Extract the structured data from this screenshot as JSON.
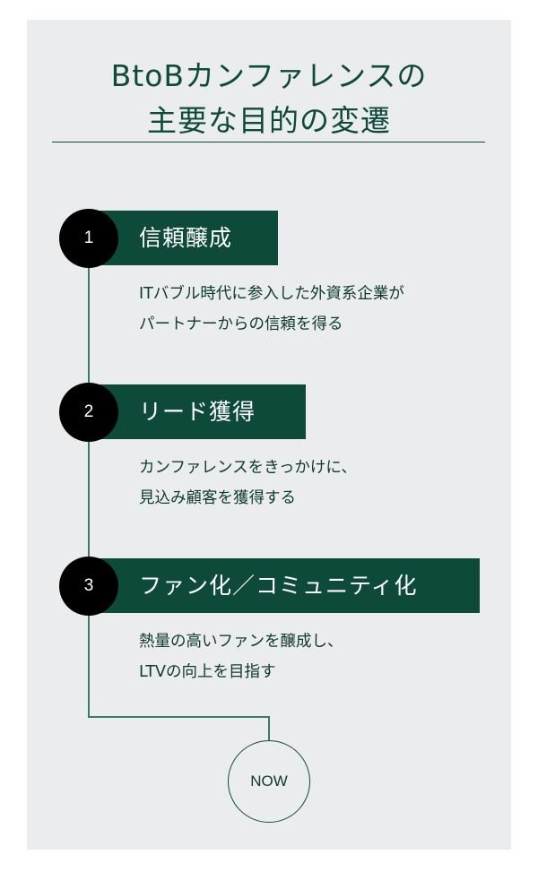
{
  "title": {
    "line1": "BtoBカンファレンスの",
    "line2": "主要な目的の変遷"
  },
  "steps": [
    {
      "number": "1",
      "heading": "信頼醸成",
      "desc1": "ITバブル時代に参入した外資系企業が",
      "desc2": "パートナーからの信頼を得る"
    },
    {
      "number": "2",
      "heading": "リード獲得",
      "desc1": "カンファレンスをきっかけに、",
      "desc2": "見込み顧客を獲得する"
    },
    {
      "number": "3",
      "heading": "ファン化／コミュニティ化",
      "desc1": "熱量の高いファンを醸成し、",
      "desc2": "LTVの向上を目指す"
    }
  ],
  "now_label": "NOW",
  "colors": {
    "accent": "#0d4a3a",
    "background": "#ebecee"
  }
}
